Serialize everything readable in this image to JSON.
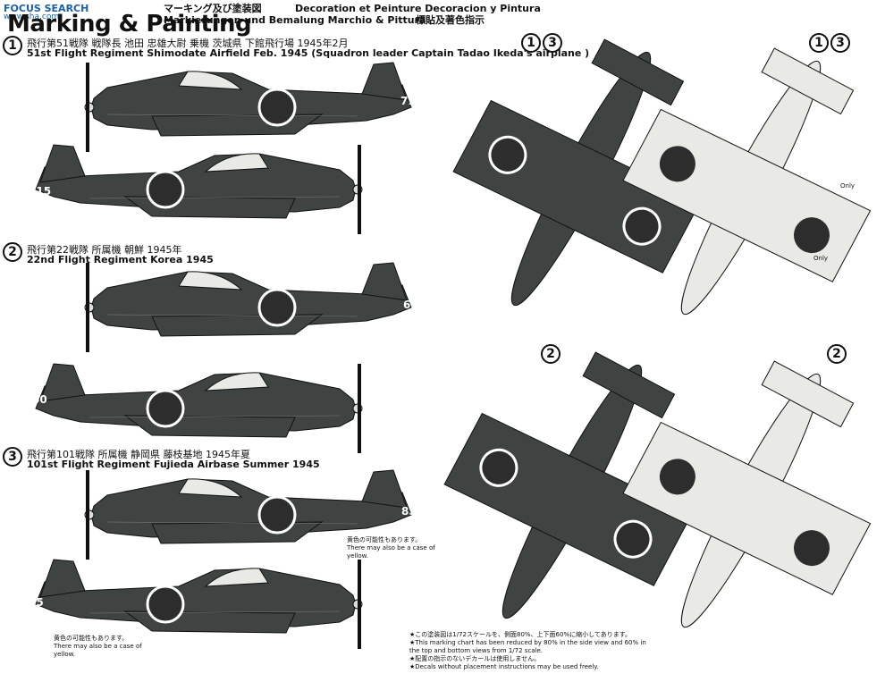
{
  "watermark": {
    "line1": "FOCUS SEARCH",
    "line2": "www.sha.com"
  },
  "header": {
    "title": "Marking & Painting",
    "jp": "マーキング及び塗装図",
    "fr_es": "Decoration et Peinture Decoracion y Pintura",
    "de_it": "Markierungen und Bemalung Marchio & Pittura",
    "cn": "標貼及著色指示"
  },
  "sections": [
    {
      "num": "1",
      "jp": "飛行第51戦隊 戦隊長 池田 忠雄大尉 乗機 茨城県 下館飛行場 1945年2月",
      "en": "51st Flight Regiment Shimodate Airfield Feb. 1945 (Squadron leader Captain Tadao Ikeda's airplane )",
      "code": "715"
    },
    {
      "num": "2",
      "jp": "飛行第22戦隊 所属機 朝鮮 1945年",
      "en": "22nd Flight Regiment Korea 1945",
      "code": "60"
    },
    {
      "num": "3",
      "jp": "飛行第101戦隊 所属機 静岡県 藤枝基地 1945年夏",
      "en": "101st Flight Regiment Fujieda Airbase Summer 1945",
      "code": "85"
    }
  ],
  "plan_view_badges": [
    {
      "label": "1",
      "label2": "3"
    },
    {
      "label": "1",
      "label2": "3"
    },
    {
      "label": "2"
    },
    {
      "label": "2"
    }
  ],
  "yellow_note": {
    "jp": "黄色の可能性もあります。",
    "en": "There may also be a case of yellow."
  },
  "only_label": "Only",
  "footer_notes": [
    "★この塗装図は1/72スケールを、側面80%、上下面60%に縮小してあります。",
    "★This marking chart has been reduced by 80% in the side view and 60% in the top and bottom views from 1/72 scale.",
    "★配置の指示のないデカールは使用しません。",
    "★Decals without placement instructions may be used freely."
  ],
  "colors": {
    "dark_green": "#3f4442",
    "light_grey": "#e9e9e6",
    "hinomaru": "#2d2d2d",
    "ink": "#111111"
  }
}
